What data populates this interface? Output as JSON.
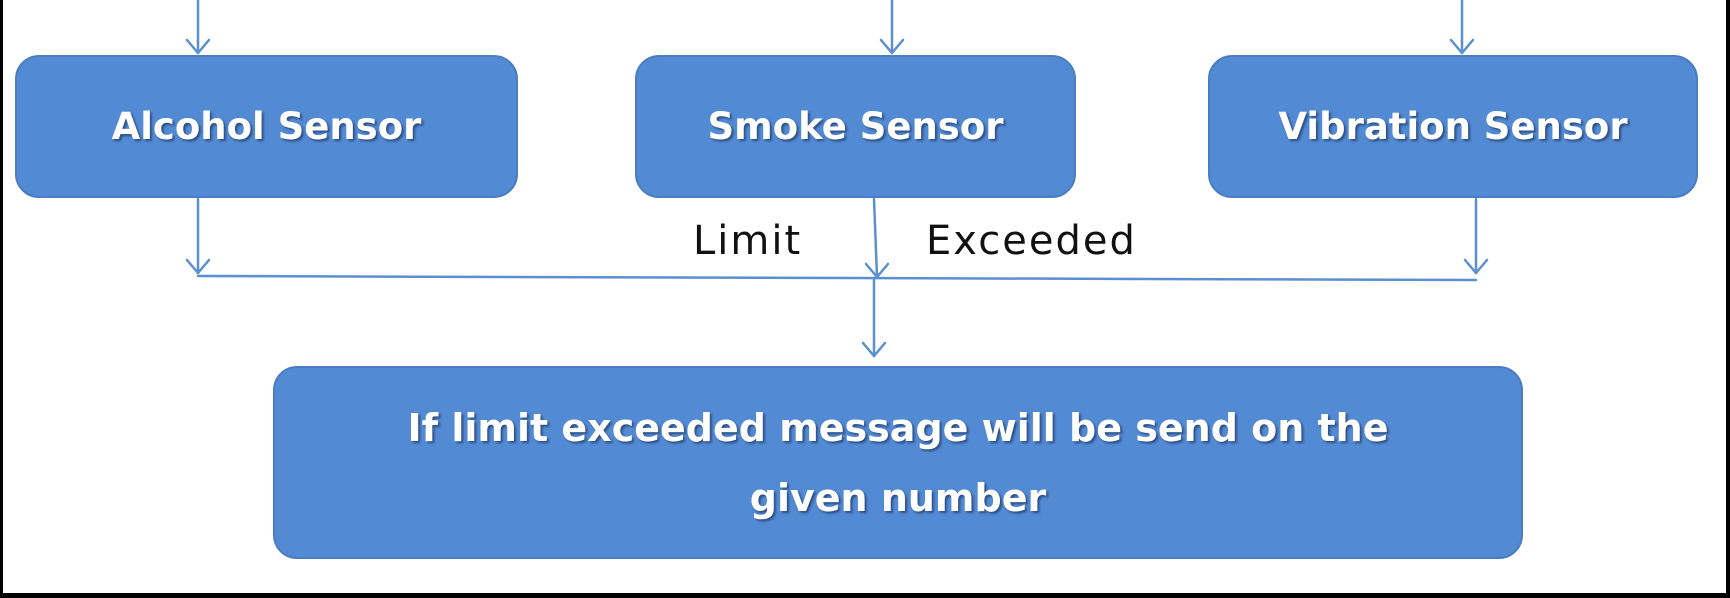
{
  "nodes": {
    "alcohol": {
      "label": "Alcohol Sensor"
    },
    "smoke": {
      "label": "Smoke Sensor"
    },
    "vibration": {
      "label": "Vibration Sensor"
    },
    "message": {
      "label": "If limit exceeded message will be send on the given number"
    }
  },
  "edge_labels": {
    "limit": "Limit",
    "exceeded": "Exceeded"
  },
  "colors": {
    "node_fill": "#538ad4",
    "node_border": "#4a7dc2",
    "connector": "#5b8fd0",
    "frame": "#000000",
    "background": "#ffffff"
  }
}
